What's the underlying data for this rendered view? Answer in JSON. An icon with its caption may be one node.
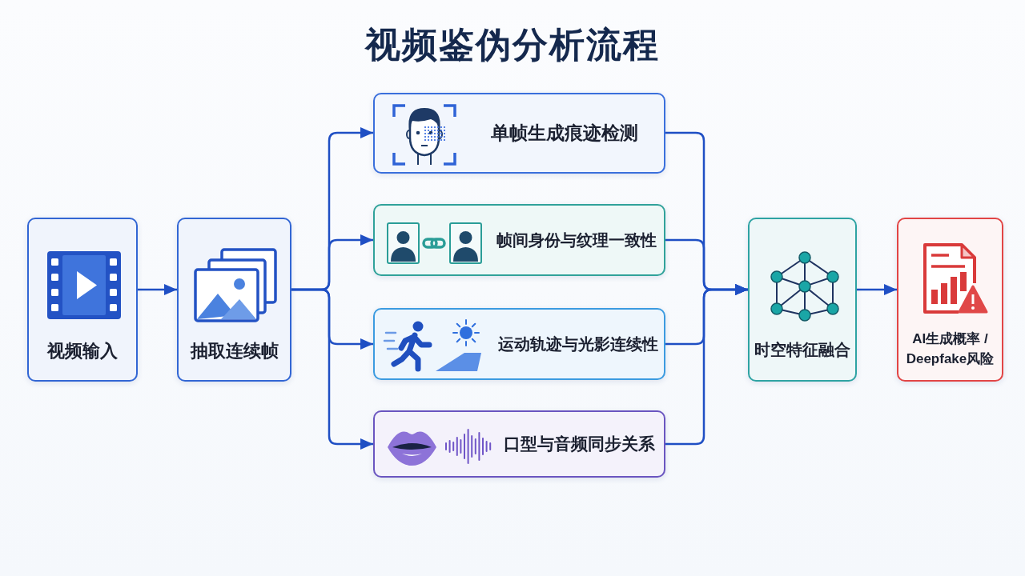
{
  "diagram": {
    "title": "视频鉴伪分析流程",
    "nodes": [
      {
        "text": [
          "视频输入"
        ]
      },
      {
        "text": [
          "抽取连续帧"
        ]
      },
      {
        "text": [
          "单帧生成痕迹检测"
        ]
      },
      {
        "text": [
          "帧间身份与纹理一致性"
        ]
      },
      {
        "text": [
          "运动轨迹与光影连续性"
        ]
      },
      {
        "text": [
          "口型与音频同步关系"
        ]
      },
      {
        "text": [
          "时空特征融合"
        ]
      },
      {
        "text": [
          "AI生成概率 / Deepfake风险"
        ]
      }
    ],
    "edges": [
      {
        "from": 0,
        "to": 1,
        "arrow": "to"
      },
      {
        "from": 1,
        "to": 2,
        "arrow": "to"
      },
      {
        "from": 1,
        "to": 3,
        "arrow": "to"
      },
      {
        "from": 1,
        "to": 4,
        "arrow": "to"
      },
      {
        "from": 1,
        "to": 5,
        "arrow": "to"
      },
      {
        "from": 2,
        "to": 6,
        "arrow": "to"
      },
      {
        "from": 3,
        "to": 6,
        "arrow": "to"
      },
      {
        "from": 4,
        "to": 6,
        "arrow": "to"
      },
      {
        "from": 5,
        "to": 6,
        "arrow": "to"
      },
      {
        "from": 6,
        "to": 7,
        "arrow": "to"
      }
    ]
  }
}
